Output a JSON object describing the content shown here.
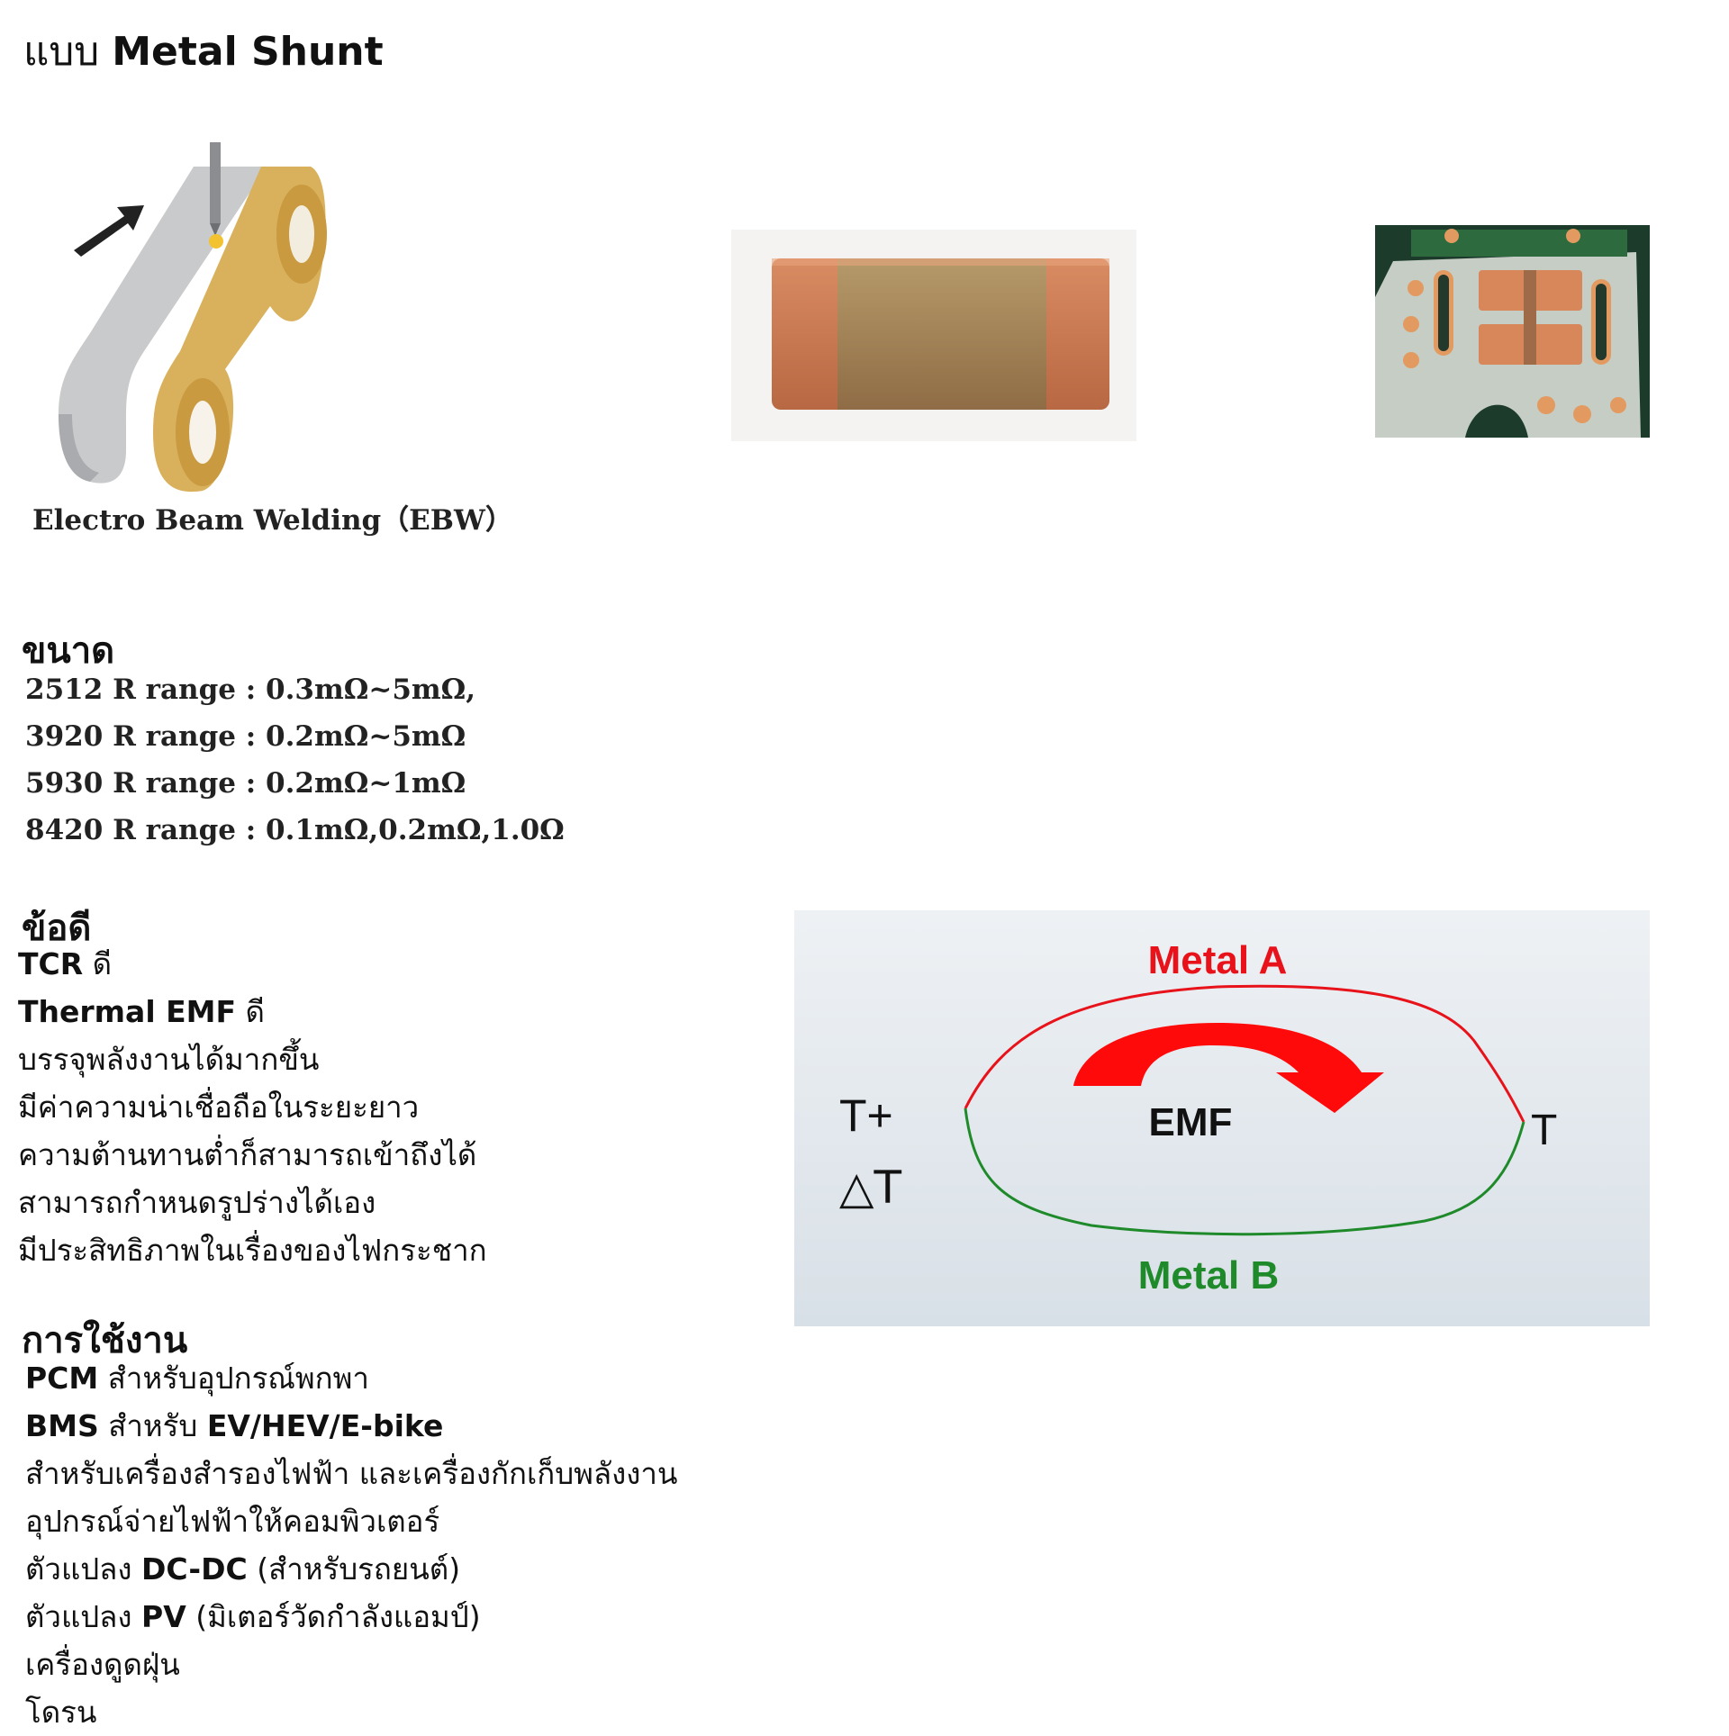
{
  "title": {
    "prefix": "แบบ",
    "bold": "Metal Shunt"
  },
  "ebw_caption": "Electro Beam Welding（EBW）",
  "size_section": {
    "heading": "ขนาด",
    "items": [
      "2512 R range : 0.3mΩ~5mΩ,",
      "3920 R range : 0.2mΩ~5mΩ",
      "5930 R range : 0.2mΩ~1mΩ",
      "8420 R range : 0.1mΩ,0.2mΩ,1.0Ω"
    ]
  },
  "advantages": {
    "heading": "ข้อดี",
    "items": [
      {
        "bold": "TCR",
        "text": " ดี"
      },
      {
        "bold": "Thermal EMF",
        "text": " ดี"
      },
      {
        "bold": "",
        "text": "บรรจุพลังงานได้มากขึ้น"
      },
      {
        "bold": "",
        "text": "มีค่าความน่าเชื่อถือในระยะยาว"
      },
      {
        "bold": "",
        "text": "ความต้านทานต่ำก็สามารถเข้าถึงได้"
      },
      {
        "bold": "",
        "text": "สามารถกำหนดรูปร่างได้เอง"
      },
      {
        "bold": "",
        "text": "มีประสิทธิภาพในเรื่องของไฟกระชาก"
      }
    ]
  },
  "applications": {
    "heading": "การใช้งาน",
    "items": [
      {
        "pre": "",
        "bold": "PCM",
        "post": " สำหรับอุปกรณ์พกพา"
      },
      {
        "pre": "",
        "bold": "BMS",
        "post": " สำหรับ ",
        "bold2": "EV/HEV/E-bike"
      },
      {
        "pre": "สำหรับเครื่องสำรองไฟฟ้า และเครื่องกักเก็บพลังงาน",
        "bold": "",
        "post": ""
      },
      {
        "pre": "อุปกรณ์จ่ายไฟฟ้าให้คอมพิวเตอร์",
        "bold": "",
        "post": ""
      },
      {
        "pre": "ตัวแปลง ",
        "bold": "DC-DC",
        "post": " (สำหรับรถยนต์)"
      },
      {
        "pre": "ตัวแปลง ",
        "bold": "PV",
        "post": " (มิเตอร์วัดกำลังแอมป์)"
      },
      {
        "pre": "เครื่องดูดฝุ่น",
        "bold": "",
        "post": ""
      },
      {
        "pre": "โดรน",
        "bold": "",
        "post": ""
      }
    ]
  },
  "emf_diagram": {
    "metal_a": "Metal A",
    "metal_b": "Metal B",
    "emf": "EMF",
    "t_plus": "T+",
    "delta_t": "△T",
    "t": "T",
    "color_a": "#e8121b",
    "color_b": "#1f8a2a"
  }
}
